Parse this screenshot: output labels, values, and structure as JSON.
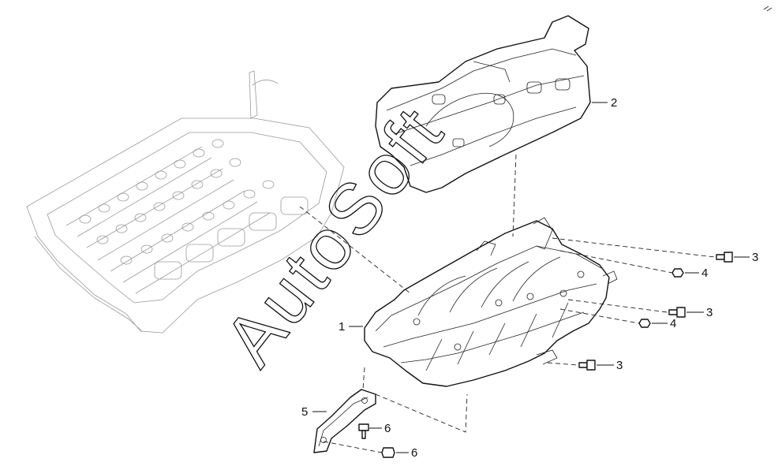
{
  "callouts": {
    "c1": "1",
    "c2": "2",
    "c3a": "3",
    "c3b": "3",
    "c3c": "3",
    "c4a": "4",
    "c4b": "4",
    "c5": "5",
    "c6a": "6",
    "c6b": "6"
  },
  "watermark": "AutoSoft",
  "parts": {
    "cylinder_head": "ghost-outline",
    "intake_manifold": "callout-1",
    "engine_cover": "callout-2",
    "bolt": "callout-3",
    "nut": "callout-4",
    "support_bracket": "callout-5",
    "bracket_bolt": "callout-6"
  }
}
